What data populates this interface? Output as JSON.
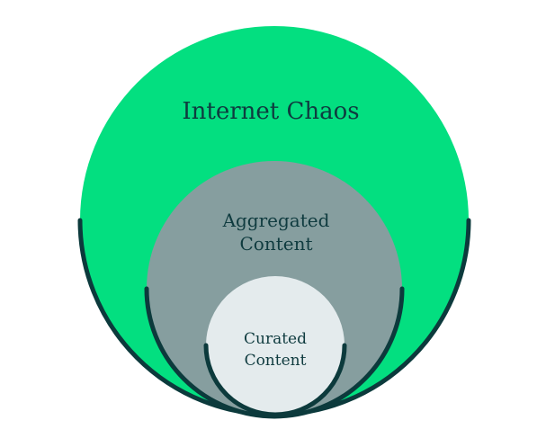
{
  "diagram": {
    "outer": {
      "label": "Internet Chaos",
      "color": "#03df80"
    },
    "middle": {
      "label_line1": "Aggregated",
      "label_line2": "Content",
      "color": "#869e9f"
    },
    "inner": {
      "label_line1": "Curated",
      "label_line2": "Content",
      "color": "#e4ebed"
    },
    "rim_color": "#0c3a3c",
    "text_color": "#0f3b3f"
  }
}
